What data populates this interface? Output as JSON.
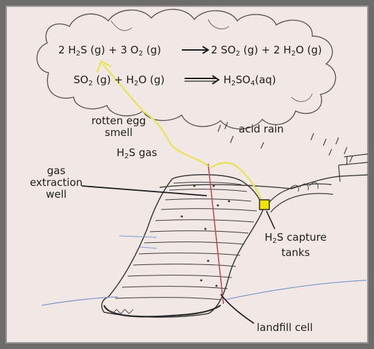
{
  "equations": {
    "eq1": {
      "lhs": [
        "2 H",
        "2",
        "S (g) + 3 O",
        "2",
        " (g)"
      ],
      "rhs": [
        "2 SO",
        "2",
        " (g) + 2 H",
        "2",
        "O (g)"
      ]
    },
    "eq2": {
      "lhs": [
        "SO",
        "2",
        " (g) +  H",
        "2",
        "O (g)"
      ],
      "rhs": [
        "H",
        "2",
        "SO",
        "4",
        "(aq)"
      ]
    }
  },
  "labels": {
    "rotten_egg": [
      "rotten egg",
      "smell"
    ],
    "h2s_gas": [
      "H",
      "2",
      "S gas"
    ],
    "acid_rain": "acid rain",
    "gas_extraction_well": [
      "gas",
      "extraction",
      "well"
    ],
    "h2s_capture": [
      "H",
      "2",
      "S capture"
    ],
    "tanks": "tanks",
    "landfill_cell": "landfill cell"
  },
  "colors": {
    "paper": "#f1e8e6",
    "frame": "#6e6b6b",
    "ink": "#1d1d1d",
    "gas_arrow": "#e9e35a",
    "well_pipe": "#c44a4a",
    "capture_tank": "#f1e500",
    "water_line": "#7f9ac9"
  }
}
